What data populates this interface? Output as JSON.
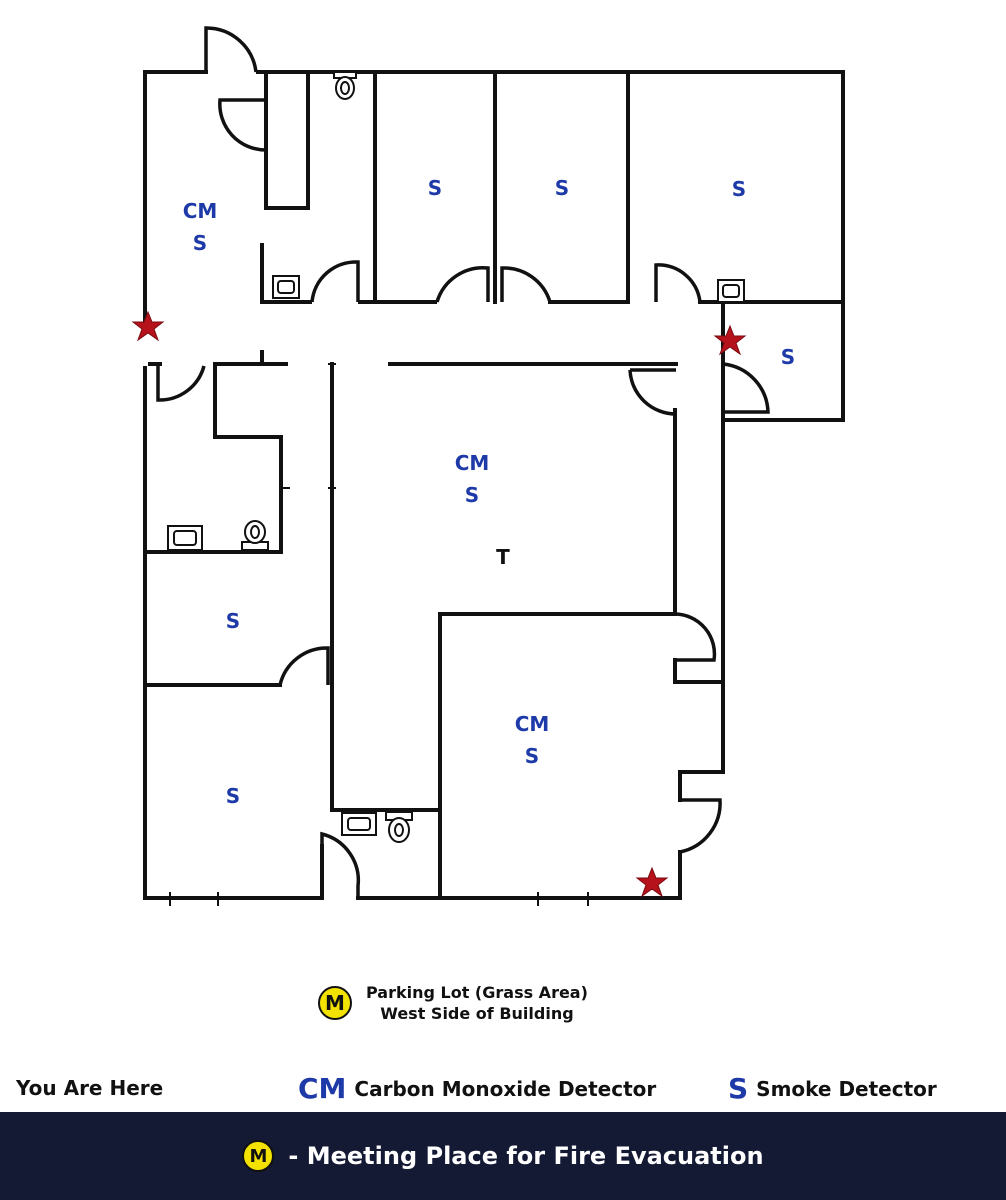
{
  "floor_plan": {
    "labels": {
      "room_nw_cm": "CM",
      "room_nw_s": "S",
      "room_n1_s": "S",
      "room_n2_s": "S",
      "room_n3_s": "S",
      "room_e_s": "S",
      "room_center_cm": "CM",
      "room_center_s": "S",
      "room_center_t": "T",
      "room_w1_s": "S",
      "room_w2_s": "S",
      "room_se_cm": "CM",
      "room_se_s": "S"
    },
    "star_color": "#b5121b",
    "detector_color": "#1e3aa8"
  },
  "meeting_point": {
    "symbol": "M",
    "line1": "Parking Lot (Grass Area)",
    "line2": "West Side of Building",
    "symbol_color": "#f3e100"
  },
  "legend": {
    "you_are_here": "You Are Here",
    "cm_symbol": "CM",
    "cm_label": "Carbon Monoxide Detector",
    "s_symbol": "S",
    "s_label": "Smoke Detector"
  },
  "footer": {
    "symbol": "M",
    "text": "- Meeting Place for Fire Evacuation",
    "background": "#141a34"
  }
}
